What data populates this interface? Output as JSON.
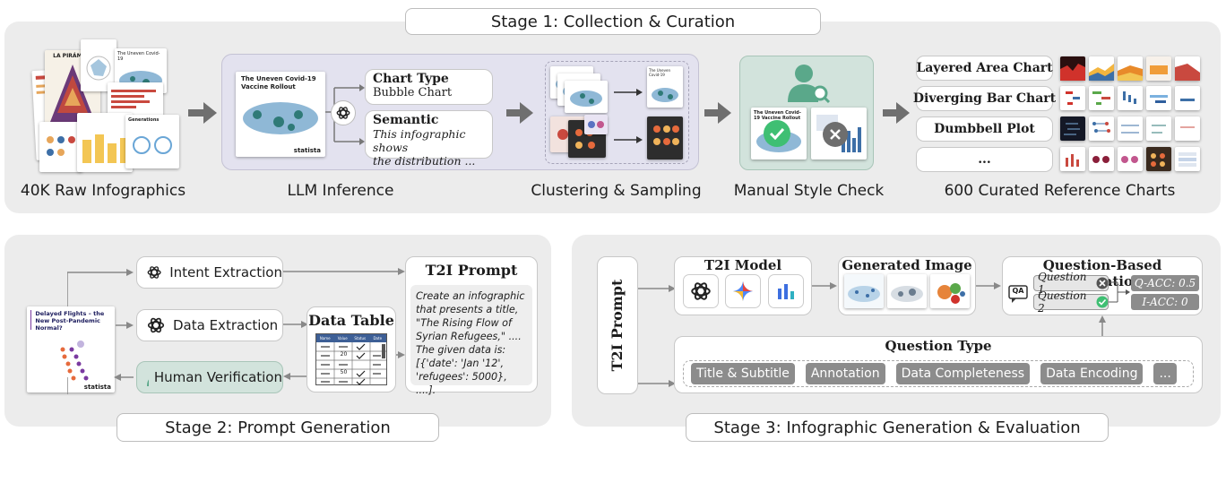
{
  "stage1": {
    "title": "Stage 1: Collection & Curation",
    "raw_caption": "40K Raw Infographics",
    "llm_caption": "LLM Inference",
    "cluster_caption": "Clustering & Sampling",
    "manual_caption": "Manual Style Check",
    "curated_caption": "600 Curated Reference Charts",
    "sample_title": "The Uneven Covid-19 Vaccine Rollout",
    "sample_brand": "statista",
    "raw_thumb_title": "LA PIRÁMIDE",
    "chart_type_label": "Chart Type",
    "chart_type_value": "Bubble Chart",
    "semantic_label": "Semantic",
    "semantic_value_1": "This infographic shows",
    "semantic_value_2": "the distribution ...",
    "ref_types": [
      "Layered Area Chart",
      "Diverging Bar Chart",
      "Dumbbell Plot",
      "..."
    ]
  },
  "stage2": {
    "title": "Stage 2: Prompt Generation",
    "sample_title": "Delayed Flights – the New Post-Pandemic Normal?",
    "sample_brand": "statista",
    "intent": "Intent Extraction",
    "data_extraction": "Data Extraction",
    "human": "Human Verification",
    "data_table_title": "Data Table",
    "table_headers": [
      "Name",
      "Value",
      "Status",
      "Date"
    ],
    "table_values": [
      "20",
      "50"
    ],
    "prompt_title": "T2I Prompt",
    "prompt_lines": [
      "Create an infographic",
      "that presents a title,",
      "\"The Rising Flow of",
      "Syrian Refugees,\" ....",
      "The given data is:",
      "[{'date': 'Jan '12',",
      "'refugees': 5000},  ....]."
    ]
  },
  "stage3": {
    "title": "Stage 3: Infographic Generation & Evaluation",
    "t2i_prompt": "T2I Prompt",
    "t2i_model": "T2I Model",
    "generated": "Generated Image",
    "qbe_title": "Question-Based Evaluation",
    "qa_badge": "QA",
    "q1": "Question 1",
    "q2": "Question 2",
    "qacc": "Q-ACC: 0.5",
    "iacc": "I-ACC: 0",
    "qtype_title": "Question Type",
    "qtypes": [
      "Title & Subtitle",
      "Annotation",
      "Data Completeness",
      "Data Encoding",
      "..."
    ]
  },
  "colors": {
    "panel": "#ececec",
    "inner_panel": "#e3e2ef",
    "manual_panel": "#d2e3dc",
    "green": "#5aa88a",
    "check_green": "#3fbf73",
    "cross_gray": "#6e6e6e",
    "arrow_gray": "#6f6f6f"
  }
}
